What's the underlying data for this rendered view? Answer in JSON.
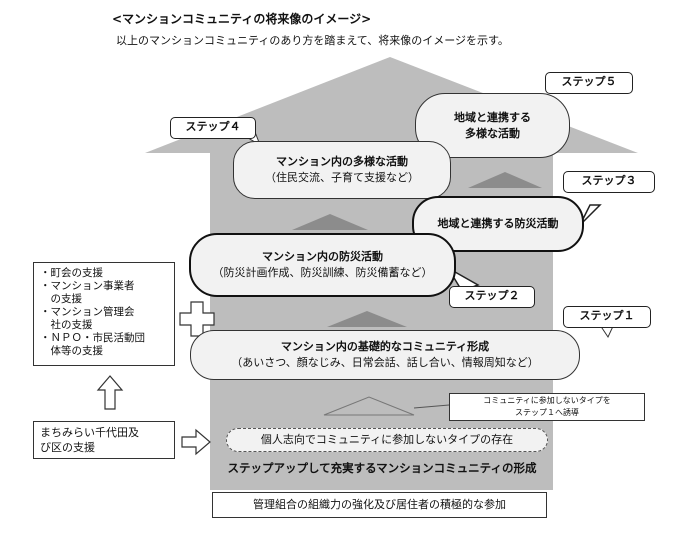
{
  "heading": "<マンションコミュニティの将来像のイメージ>",
  "subheading": "以上のマンションコミュニティのあり方を踏まえて、将来像のイメージを示す。",
  "steps": {
    "step1": "ステップ１",
    "step2": "ステップ２",
    "step3": "ステップ３",
    "step4": "ステップ４",
    "step5": "ステップ５"
  },
  "ovals": {
    "step5": {
      "line1": "地域と連携する",
      "line2": "多様な活動"
    },
    "step4": {
      "line1": "マンション内の多様な活動",
      "line2": "（住民交流、子育て支援など）"
    },
    "step3": {
      "line1": "地域と連携する防災活動"
    },
    "step2": {
      "line1": "マンション内の防災活動",
      "line2": "（防災計画作成、防災訓練、防災備蓄など）"
    },
    "step1": {
      "line1": "マンション内の基礎的なコミュニティ形成",
      "line2": "（あいさつ、顔なじみ、日常会話、話し合い、情報周知など）"
    }
  },
  "support_list": [
    "・町会の支援",
    "・マンション事業者",
    "　の支援",
    "・マンション管理会",
    "　社の支援",
    "・ＮＰＯ・市民活動団",
    "　体等の支援"
  ],
  "city_support": [
    "まちみらい千代田及",
    "び区の支援"
  ],
  "note": [
    "コミュニティに参加しないタイプを",
    "ステップ１へ誘導"
  ],
  "dashed_box": "個人志向でコミュニティに参加しないタイプの存在",
  "stepup_caption": "ステップアップして充実するマンションコミュニティの形成",
  "bottom_box": "管理組合の組織力の強化及び居住者の積極的な参加",
  "colors": {
    "house": "#bdbdbd",
    "roof_stripe": "#a8a8a8",
    "oval_fill": "#f2f2f2",
    "triangle": "#8c8c8c"
  }
}
